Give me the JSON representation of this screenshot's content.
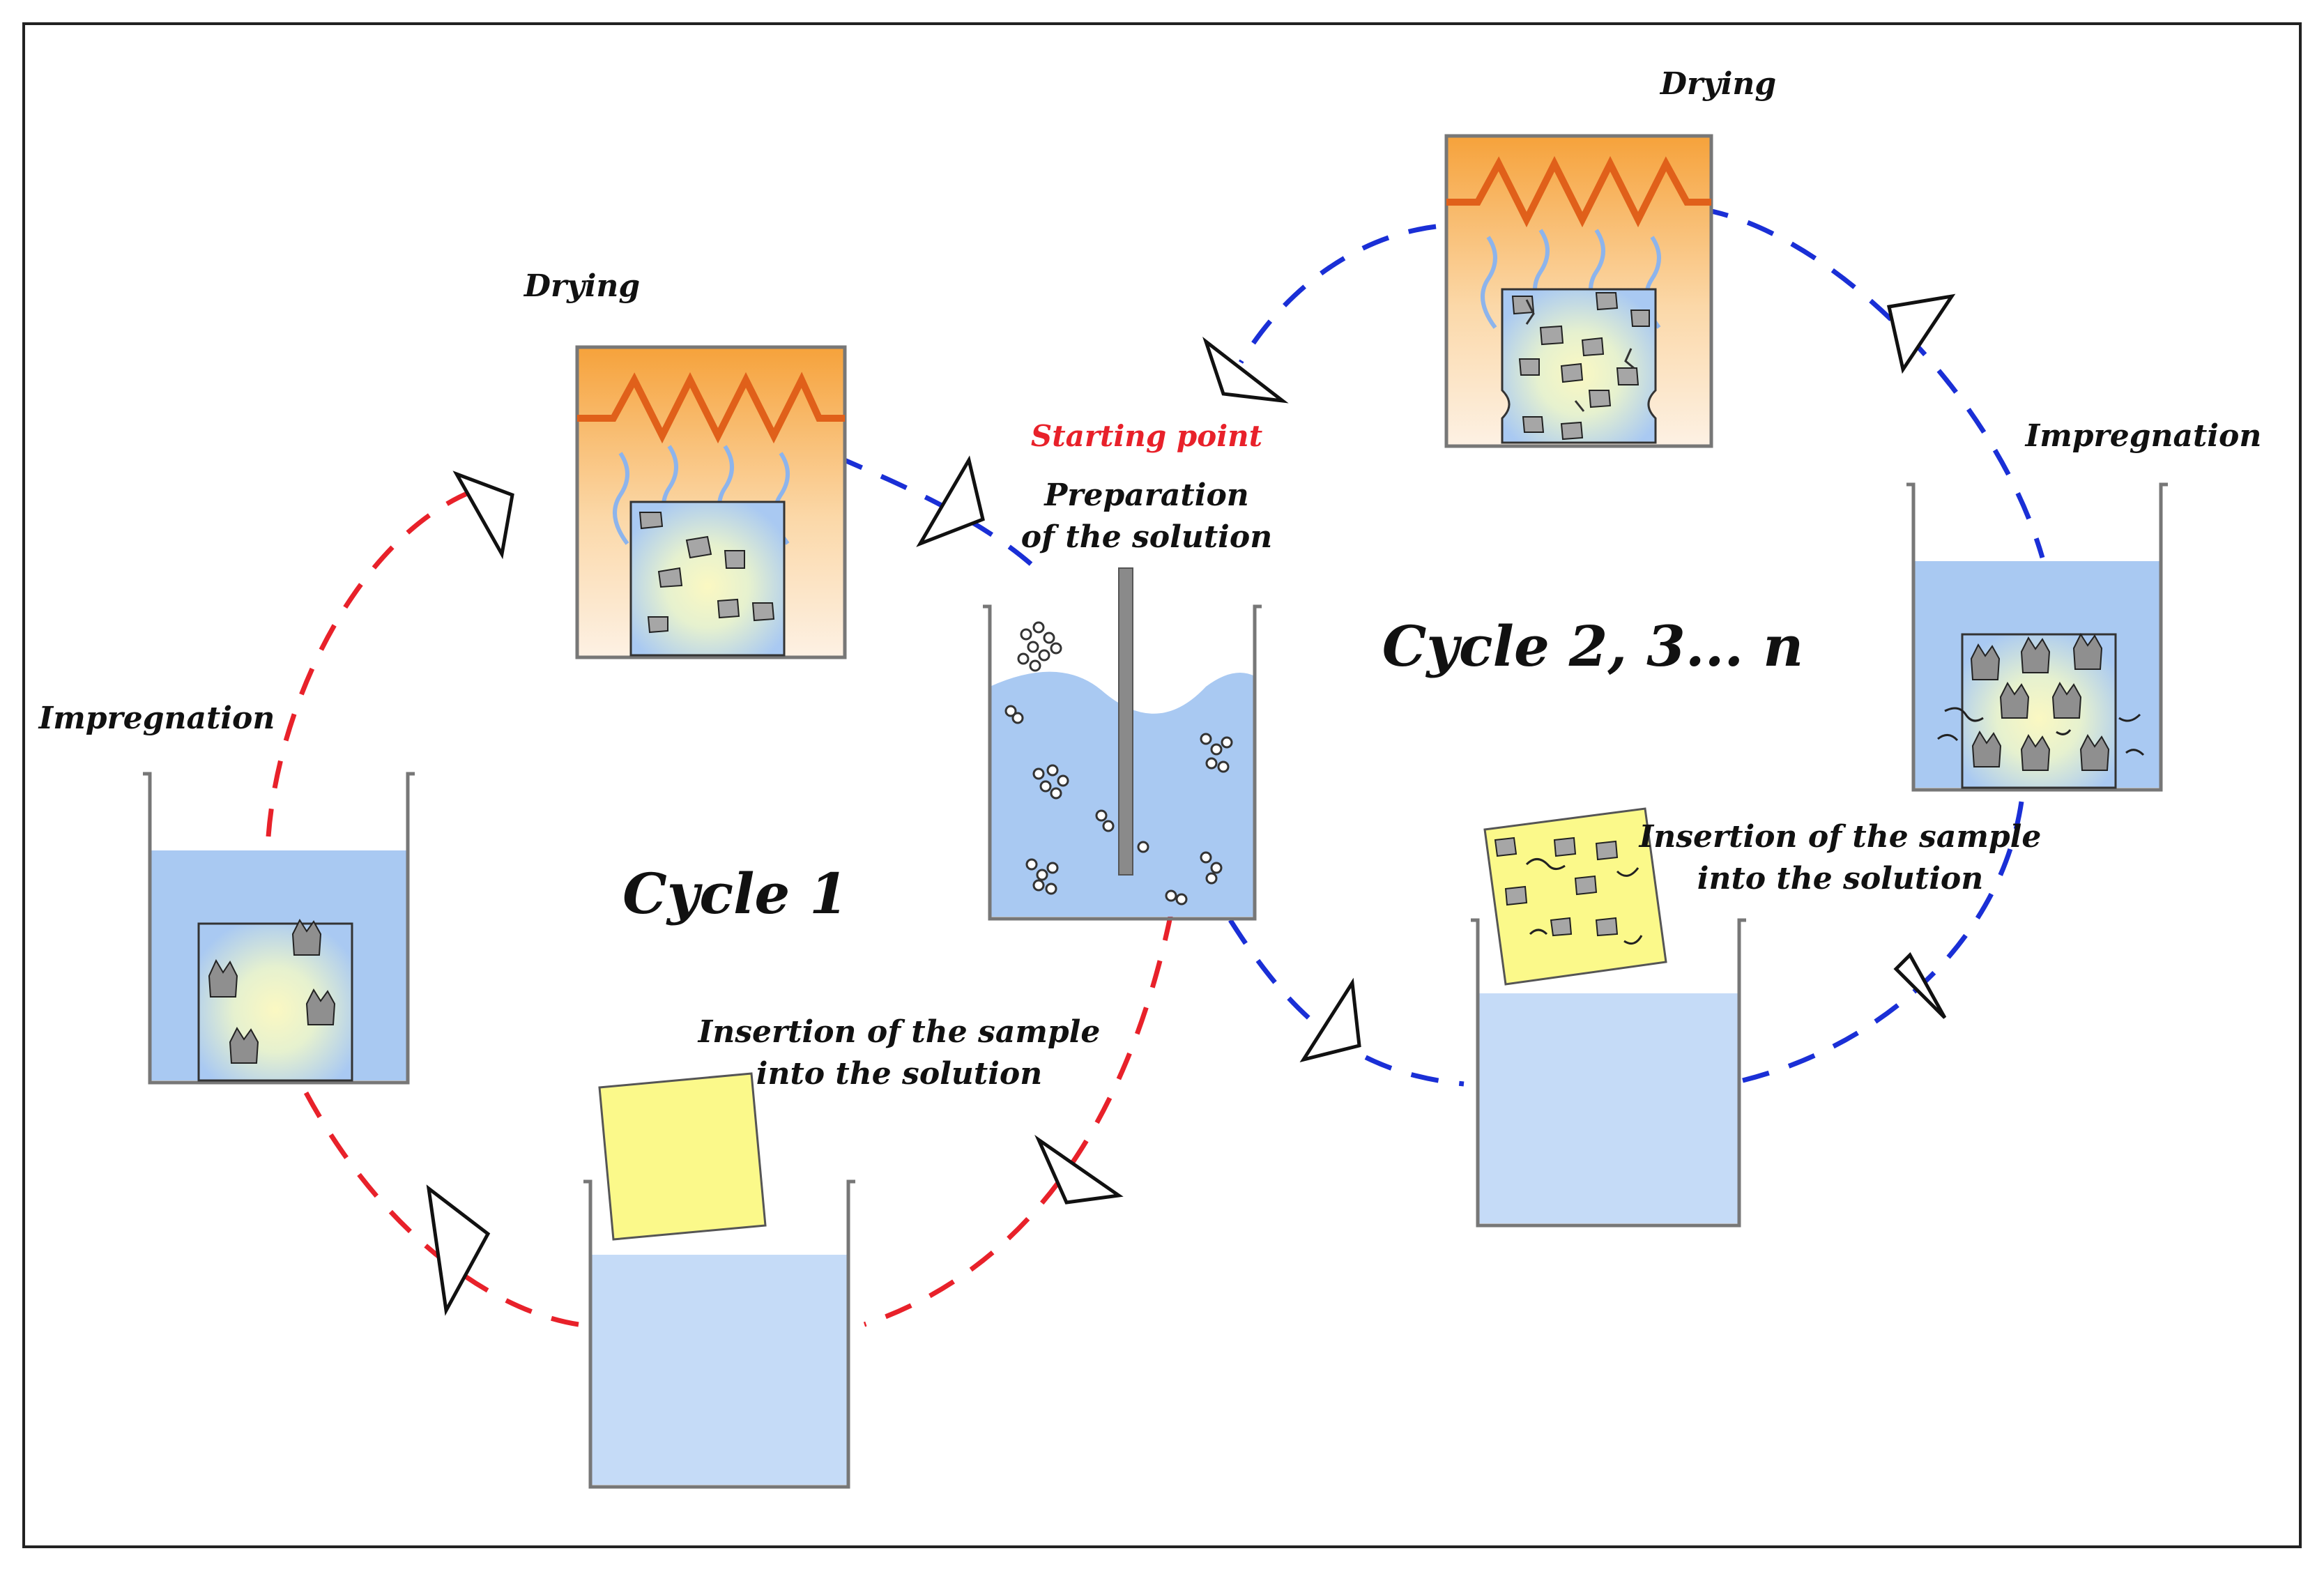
{
  "labels": {
    "starting_point": "Starting point",
    "preparation_line1": "Preparation",
    "preparation_line2": "of the solution",
    "cycle1": "Cycle 1",
    "cycle2": "Cycle 2, 3... n",
    "drying_1": "Drying",
    "drying_2": "Drying",
    "impregnation_1": "Impregnation",
    "impregnation_2": "Impregnation",
    "insertion_1_line1": "Insertion of the sample",
    "insertion_1_line2": "into the solution",
    "insertion_2_line1": "Insertion of the sample",
    "insertion_2_line2": "into the solution"
  },
  "colors": {
    "cycle1_path": "#e8212a",
    "cycle2_path": "#1a2fd6",
    "starting_point_text": "#e8212a",
    "solution": "#a9c9f2",
    "sample": "#fbf98a",
    "oven_top": "#f6a23b",
    "heater": "#e0601a"
  }
}
